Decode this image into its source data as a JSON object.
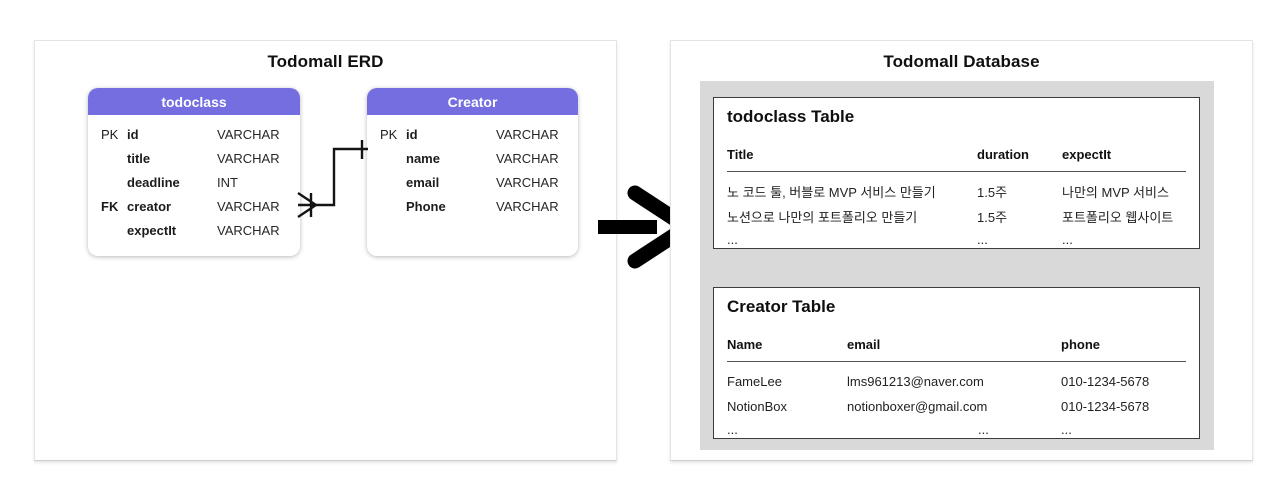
{
  "left_panel": {
    "title": "Todomall ERD",
    "entities": [
      {
        "name": "todoclass",
        "fields": [
          {
            "key": "PK",
            "name": "id",
            "type": "VARCHAR"
          },
          {
            "key": "",
            "name": "title",
            "type": "VARCHAR"
          },
          {
            "key": "",
            "name": "deadline",
            "type": "INT"
          },
          {
            "key": "FK",
            "name": "creator",
            "type": "VARCHAR"
          },
          {
            "key": "",
            "name": "expectIt",
            "type": "VARCHAR"
          }
        ]
      },
      {
        "name": "Creator",
        "fields": [
          {
            "key": "PK",
            "name": "id",
            "type": "VARCHAR"
          },
          {
            "key": "",
            "name": "name",
            "type": "VARCHAR"
          },
          {
            "key": "",
            "name": "email",
            "type": "VARCHAR"
          },
          {
            "key": "",
            "name": "Phone",
            "type": "VARCHAR"
          }
        ]
      }
    ],
    "relationship": {
      "from": "todoclass.creator",
      "to": "Creator.id",
      "cardinality": "many-to-one"
    }
  },
  "right_panel": {
    "title": "Todomall Database",
    "tables": [
      {
        "title": "todoclass Table",
        "columns": [
          "Title",
          "duration",
          "expectIt"
        ],
        "rows": [
          [
            "노 코드 툴, 버블로 MVP 서비스 만들기",
            "1.5주",
            "나만의 MVP 서비스"
          ],
          [
            "노션으로 나만의 포트폴리오 만들기",
            "1.5주",
            "포트폴리오 웹사이트"
          ],
          [
            "...",
            "...",
            "..."
          ]
        ]
      },
      {
        "title": "Creator Table",
        "columns": [
          "Name",
          "email",
          "phone"
        ],
        "rows": [
          [
            "FameLee",
            "lms961213@naver.com",
            "010-1234-5678"
          ],
          [
            "NotionBox",
            "notionboxer@gmail.com",
            "010-1234-5678"
          ],
          [
            "...",
            "...",
            "..."
          ]
        ]
      }
    ]
  },
  "colors": {
    "entity_header": "#746ee0",
    "db_container_bg": "#d9d9d9",
    "table_border": "#3c3c3c",
    "connector": "#141414"
  }
}
